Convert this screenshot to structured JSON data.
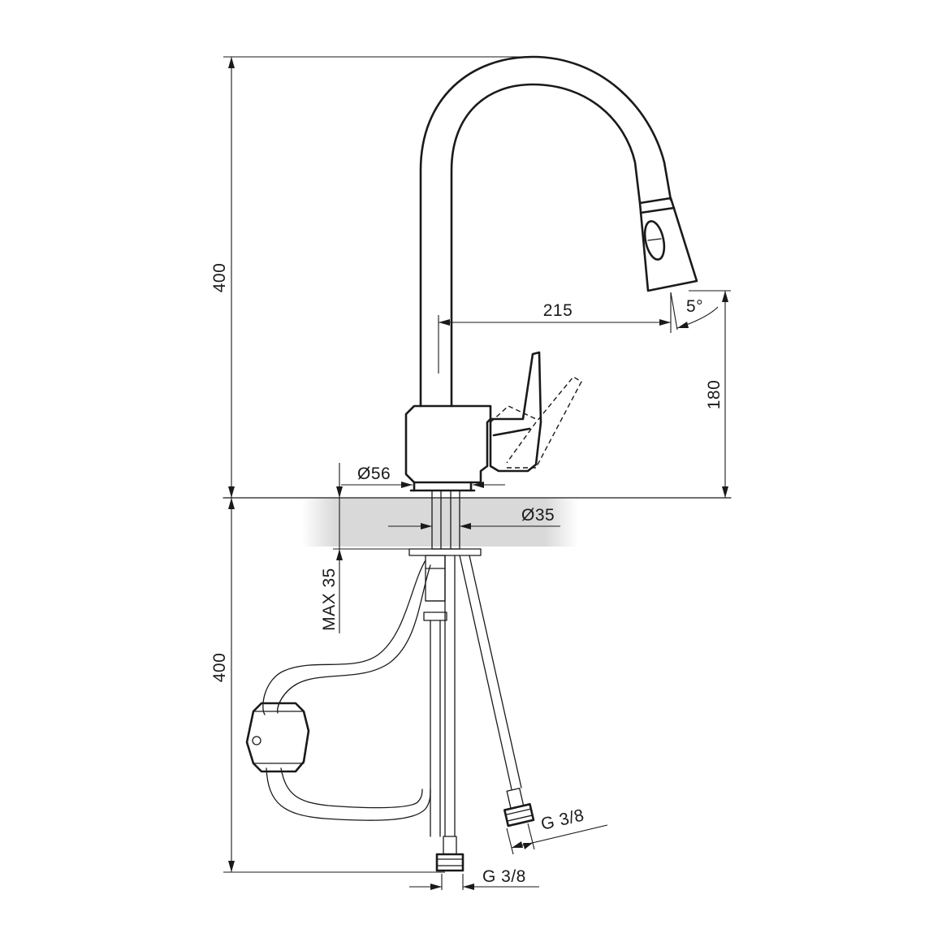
{
  "colors": {
    "line": "#1a1a1a",
    "counter": "#d9d9d9",
    "background": "#ffffff"
  },
  "dimensions": {
    "total_height_above": "400",
    "hose_length_below": "400",
    "spout_reach": "215",
    "spray_height": "180",
    "spray_angle": "5°",
    "base_diameter": "Ø56",
    "shank_diameter": "Ø35",
    "max_counter": "MAX 35",
    "connection_left": "G 3/8",
    "connection_right": "G 3/8"
  }
}
